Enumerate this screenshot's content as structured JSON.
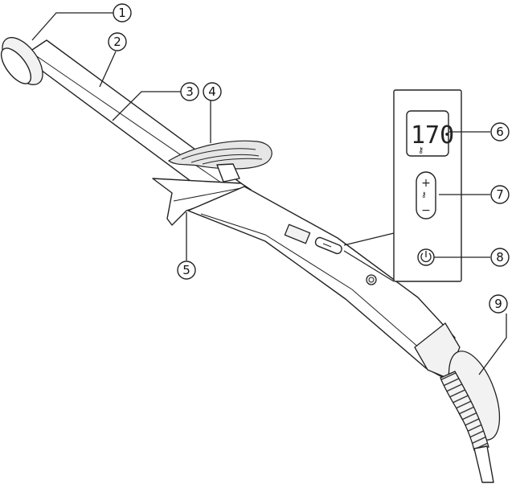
{
  "display": {
    "temperature": "170",
    "lock_symbol": "⚷"
  },
  "controls": {
    "plus_symbol": "+",
    "minus_symbol": "−",
    "power_symbol": "⏻"
  },
  "callouts": [
    {
      "number": "1"
    },
    {
      "number": "2"
    },
    {
      "number": "3"
    },
    {
      "number": "4"
    },
    {
      "number": "5"
    },
    {
      "number": "6"
    },
    {
      "number": "7"
    },
    {
      "number": "8"
    },
    {
      "number": "9"
    }
  ]
}
